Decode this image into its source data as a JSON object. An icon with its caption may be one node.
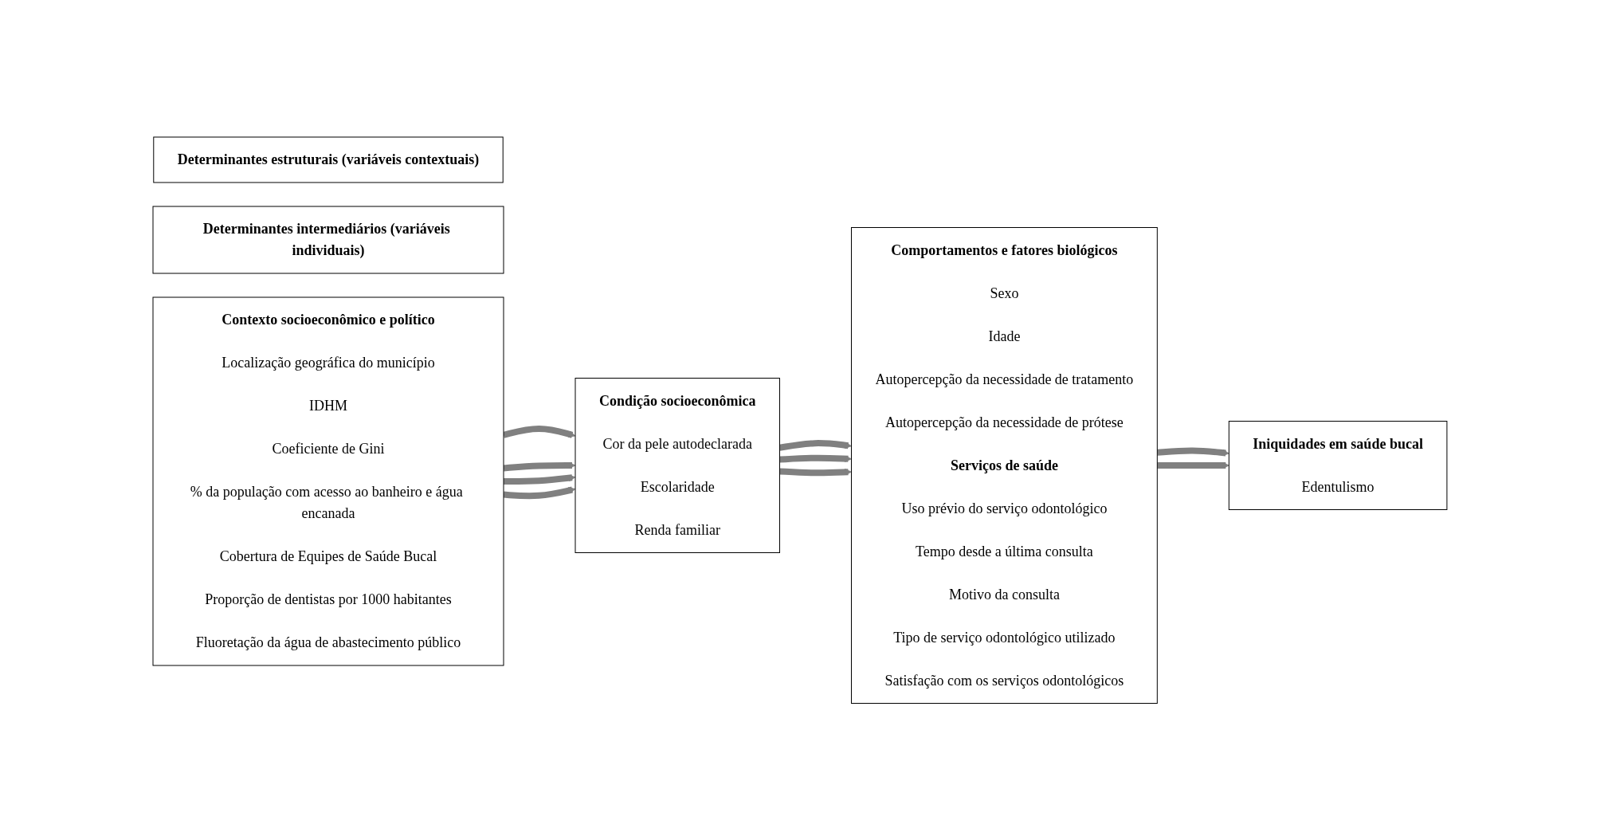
{
  "diagram": {
    "nodes": [
      {
        "text": [
          "Determinantes estruturais (variáveis contextuais)"
        ]
      },
      {
        "text": [
          "Determinantes intermediários (variáveis individuais)"
        ]
      },
      {
        "text": [
          "Contexto socioeconômico e político",
          "Localização geográfica do município",
          "IDHM",
          "Coeficiente de Gini",
          "% da população com acesso ao banheiro e água encanada",
          "Cobertura de Equipes de Saúde Bucal",
          "Proporção de dentistas por 1000 habitantes",
          "Fluoretação da água de abastecimento público"
        ]
      },
      {
        "text": [
          "Condição socioeconômica",
          "Cor da pele autodeclarada",
          "Escolaridade",
          "Renda familiar"
        ]
      },
      {
        "text": [
          "Comportamentos e fatores biológicos",
          "Sexo",
          "Idade",
          "Autopercepção da necessidade de tratamento",
          "Autopercepção da necessidade de prótese",
          "Serviços de saúde",
          "Uso prévio do serviço odontológico",
          "Tempo desde a última consulta",
          "Motivo da consulta",
          "Tipo de serviço odontológico utilizado",
          "Satisfação com os serviços odontológicos"
        ]
      },
      {
        "text": [
          "Iniquidades em saúde bucal",
          "Edentulismo"
        ]
      }
    ],
    "edges": [
      {
        "from": 2,
        "to": 3,
        "arrow": "to"
      },
      {
        "from": 2,
        "to": 3,
        "arrow": "to"
      },
      {
        "from": 2,
        "to": 3,
        "arrow": "to"
      },
      {
        "from": 2,
        "to": 3,
        "arrow": "to"
      },
      {
        "from": 3,
        "to": 4,
        "arrow": "to"
      },
      {
        "from": 3,
        "to": 4,
        "arrow": "to"
      },
      {
        "from": 3,
        "to": 4,
        "arrow": "to"
      },
      {
        "from": 4,
        "to": 5,
        "arrow": "to"
      },
      {
        "from": 4,
        "to": 5,
        "arrow": "to"
      }
    ]
  }
}
